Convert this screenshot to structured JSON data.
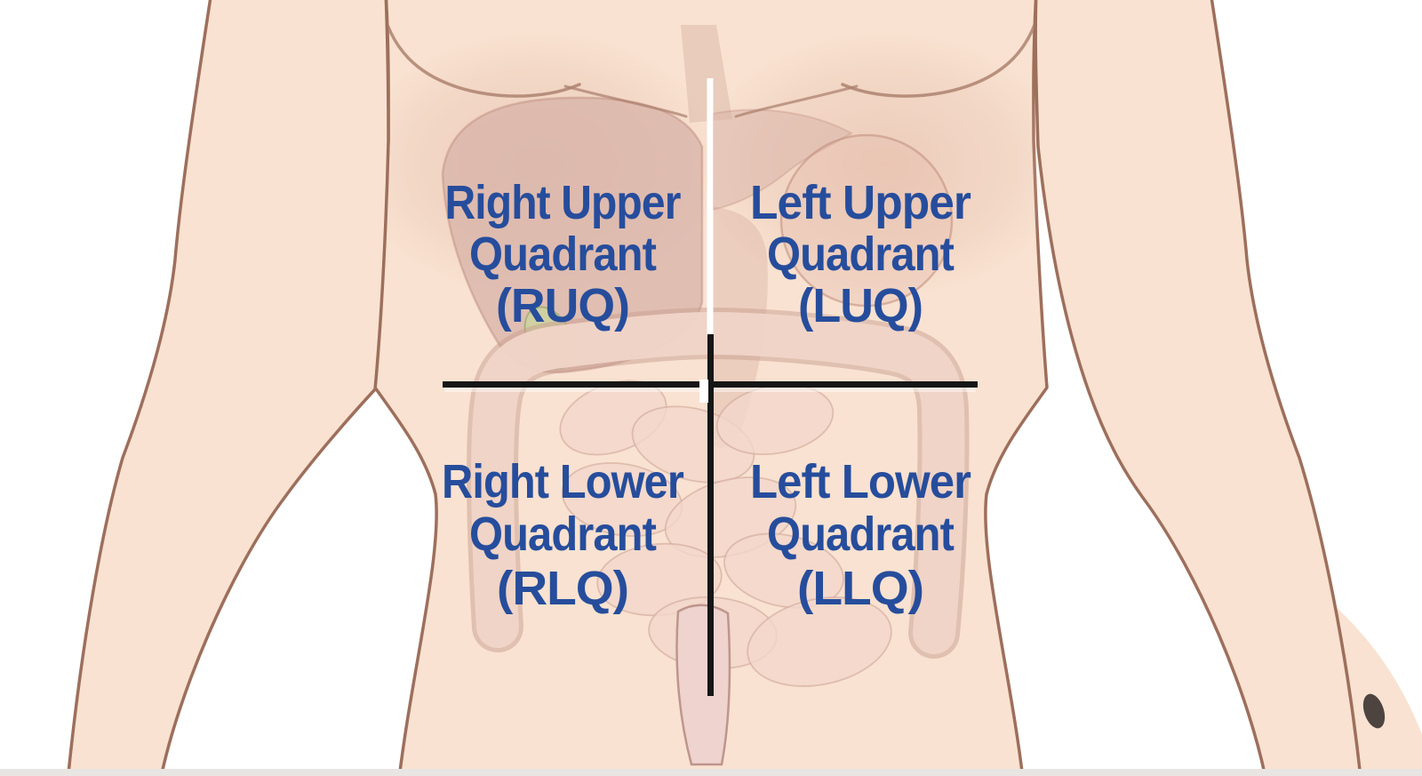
{
  "figure": {
    "title": "Abdominal quadrants diagram",
    "skin_color": "#f9e2d1",
    "outline_color": "#9d6f5c",
    "organ_color": "#d9b4a9",
    "intestine_color": "#f0d5c8",
    "gallbladder_color": "#ccd3a0",
    "divider_black": "#161616",
    "divider_white": "#ffffff",
    "label_color": "#264d9c",
    "bottom_strip_color": "#e8e5e3"
  },
  "quadrants": [
    {
      "id": "RUQ",
      "lines": [
        "Right Upper",
        "Quadrant",
        "(RUQ)"
      ]
    },
    {
      "id": "LUQ",
      "lines": [
        "Left Upper",
        "Quadrant",
        "(LUQ)"
      ]
    },
    {
      "id": "RLQ",
      "lines": [
        "Right Lower",
        "Quadrant",
        "(RLQ)"
      ]
    },
    {
      "id": "LLQ",
      "lines": [
        "Left Lower",
        "Quadrant",
        "(LLQ)"
      ]
    }
  ]
}
